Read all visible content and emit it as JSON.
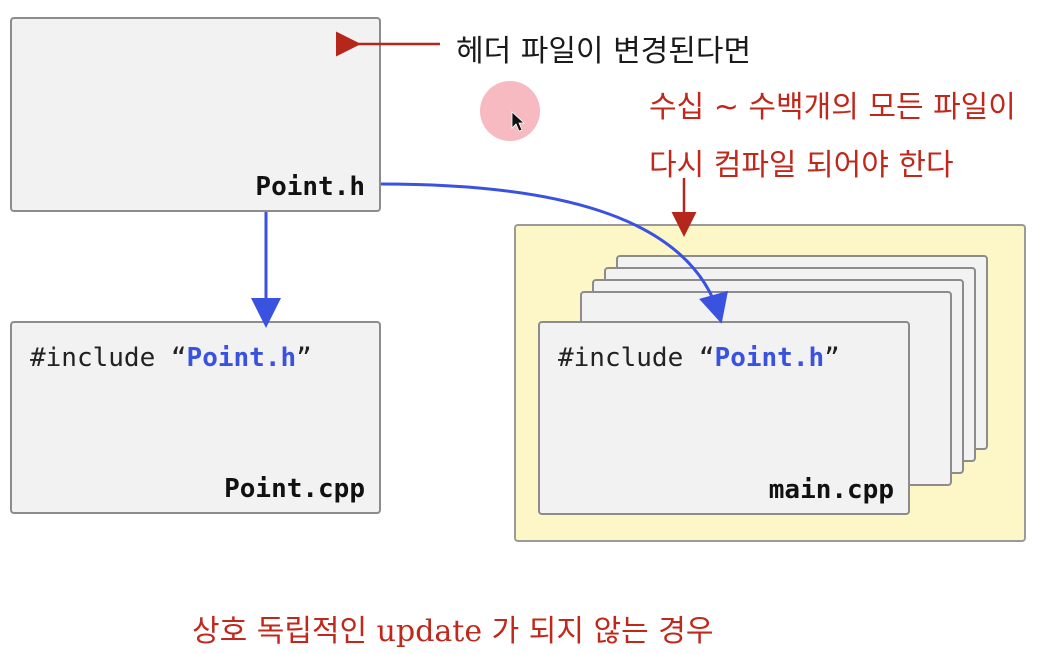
{
  "header_box": {
    "filename": "Point.h"
  },
  "point_cpp": {
    "code_prefix": "#include “",
    "code_target": "Point.h",
    "code_suffix": "”",
    "filename": "Point.cpp"
  },
  "main_cpp": {
    "code_prefix": "#include “",
    "code_target": "Point.h",
    "code_suffix": "”",
    "filename": "main.cpp"
  },
  "annotations": {
    "header_changed": "헤더 파일이 변경된다면",
    "recompile_line1": "수십 ~ 수백개의 모든 파일이",
    "recompile_line2": "다시 컴파일 되어야 한다",
    "caption": "상호 독립적인 update 가 되지 않는 경우"
  },
  "colors": {
    "blue_arrow": "#3a52e0",
    "red_arrow": "#b5271b",
    "highlight_panel": "#fdf7c8"
  },
  "icons": {
    "cursor": "mouse-pointer-icon"
  }
}
